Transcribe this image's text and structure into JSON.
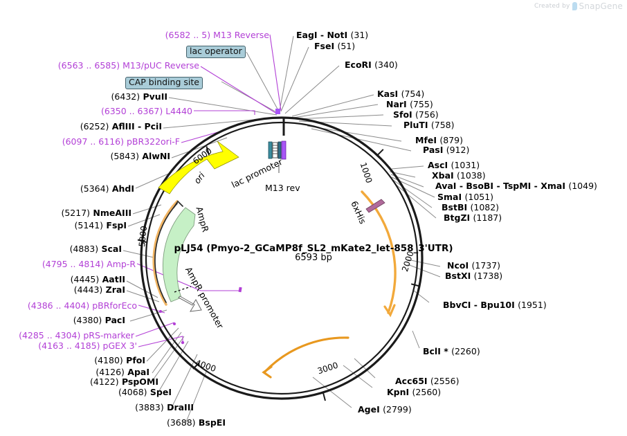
{
  "watermark": {
    "created_by": "Created by",
    "brand": "SnapGene",
    "logo_icon": "snapgene-logo-icon"
  },
  "plasmid": {
    "title": "pLJ54 (Pmyo-2_GCaMP8f_SL2_mKate2_let-858_3'UTR)",
    "size": "6593 bp",
    "length_bp": 6593
  },
  "tick_labels": [
    "1000",
    "2000",
    "3000",
    "4000",
    "5000",
    "6000"
  ],
  "interior_features": [
    {
      "name": "ori",
      "color": "#ffff00",
      "type": "arrow"
    },
    {
      "name": "lac promoter",
      "color": "#4b4b4b",
      "type": "promoter"
    },
    {
      "name": "M13 rev",
      "color": "#4b4b4b",
      "type": "primer-site"
    },
    {
      "name": "AmpR",
      "color": "#c6f0c6",
      "type": "cds-arrow"
    },
    {
      "name": "AmpR promoter",
      "color": "#ffffff",
      "type": "promoter-arrow"
    },
    {
      "name": "6xHis",
      "color": "#b06a9a",
      "type": "tag"
    }
  ],
  "labels_top_left": [
    {
      "position": "(6582 .. 5)",
      "name": "M13 Reverse",
      "kind": "primer"
    },
    {
      "position": "",
      "name": "lac operator",
      "kind": "boxed"
    },
    {
      "position": "(6563 .. 6585)",
      "name": "M13/pUC Reverse",
      "kind": "primer"
    },
    {
      "position": "",
      "name": "CAP binding site",
      "kind": "boxed"
    },
    {
      "position": "(6432)",
      "name": "PvuII",
      "kind": "enzyme"
    },
    {
      "position": "(6350 .. 6367)",
      "name": "L4440",
      "kind": "primer"
    },
    {
      "position": "(6252)",
      "name": "AflIII  -  PciI",
      "kind": "enzyme"
    },
    {
      "position": "(6097 .. 6116)",
      "name": "pBR322ori-F",
      "kind": "primer"
    },
    {
      "position": "(5843)",
      "name": "AlwNI",
      "kind": "enzyme"
    }
  ],
  "labels_left": [
    {
      "position": "(5364)",
      "name": "AhdI",
      "kind": "enzyme"
    },
    {
      "position": "(5217)",
      "name": "NmeAIII",
      "kind": "enzyme"
    },
    {
      "position": "(5141)",
      "name": "FspI",
      "kind": "enzyme"
    },
    {
      "position": "(4883)",
      "name": "ScaI",
      "kind": "enzyme"
    },
    {
      "position": "(4795 .. 4814)",
      "name": "Amp-R",
      "kind": "primer"
    },
    {
      "position": "(4445)",
      "name": "AatII",
      "kind": "enzyme"
    },
    {
      "position": "(4443)",
      "name": "ZraI",
      "kind": "enzyme"
    },
    {
      "position": "(4386 .. 4404)",
      "name": "pBRforEco",
      "kind": "primer"
    },
    {
      "position": "(4380)",
      "name": "PacI",
      "kind": "enzyme"
    },
    {
      "position": "(4285 .. 4304)",
      "name": "pRS-marker",
      "kind": "primer"
    },
    {
      "position": "(4163 .. 4185)",
      "name": "pGEX 3'",
      "kind": "primer"
    },
    {
      "position": "(4180)",
      "name": "PfoI",
      "kind": "enzyme"
    },
    {
      "position": "(4126)",
      "name": "ApaI",
      "kind": "enzyme"
    },
    {
      "position": "(4122)",
      "name": "PspOMI",
      "kind": "enzyme"
    },
    {
      "position": "(4068)",
      "name": "SpeI",
      "kind": "enzyme"
    },
    {
      "position": "(3883)",
      "name": "DraIII",
      "kind": "enzyme"
    },
    {
      "position": "(3688)",
      "name": "BspEI",
      "kind": "enzyme"
    }
  ],
  "labels_right": [
    {
      "name": "EagI  -  NotI",
      "position": "(31)",
      "kind": "enzyme"
    },
    {
      "name": "FseI",
      "position": "(51)",
      "kind": "enzyme"
    },
    {
      "name": "EcoRI",
      "position": "(340)",
      "kind": "enzyme"
    },
    {
      "name": "KasI",
      "position": "(754)",
      "kind": "enzyme"
    },
    {
      "name": "NarI",
      "position": "(755)",
      "kind": "enzyme"
    },
    {
      "name": "SfoI",
      "position": "(756)",
      "kind": "enzyme"
    },
    {
      "name": "PluTI",
      "position": "(758)",
      "kind": "enzyme"
    },
    {
      "name": "MfeI",
      "position": "(879)",
      "kind": "enzyme"
    },
    {
      "name": "PasI",
      "position": "(912)",
      "kind": "enzyme"
    },
    {
      "name": "AscI",
      "position": "(1031)",
      "kind": "enzyme"
    },
    {
      "name": "XbaI",
      "position": "(1038)",
      "kind": "enzyme"
    },
    {
      "name": "AvaI  -  BsoBI  -  TspMI  -  XmaI",
      "position": "(1049)",
      "kind": "enzyme"
    },
    {
      "name": "SmaI",
      "position": "(1051)",
      "kind": "enzyme"
    },
    {
      "name": "BstBI",
      "position": "(1082)",
      "kind": "enzyme"
    },
    {
      "name": "BtgZI",
      "position": "(1187)",
      "kind": "enzyme"
    },
    {
      "name": "NcoI",
      "position": "(1737)",
      "kind": "enzyme"
    },
    {
      "name": "BstXI",
      "position": "(1738)",
      "kind": "enzyme"
    },
    {
      "name": "BbvCI  -  Bpu10I",
      "position": "(1951)",
      "kind": "enzyme"
    },
    {
      "name": "BclI *",
      "position": "(2260)",
      "kind": "enzyme"
    },
    {
      "name": "Acc65I",
      "position": "(2556)",
      "kind": "enzyme"
    },
    {
      "name": "KpnI",
      "position": "(2560)",
      "kind": "enzyme"
    },
    {
      "name": "AgeI",
      "position": "(2799)",
      "kind": "enzyme"
    }
  ],
  "colors": {
    "primer_purple": "#b23fd6",
    "leader_gray": "#8a8a8a",
    "backbone_black": "#1a1a1a",
    "ori_yellow": "#ffff00",
    "ampr_green": "#c6f0c6",
    "ampr_outline_orange": "#f2b563",
    "boxed_fill": "#a9ccd8",
    "his_tag": "#b06a9a"
  }
}
